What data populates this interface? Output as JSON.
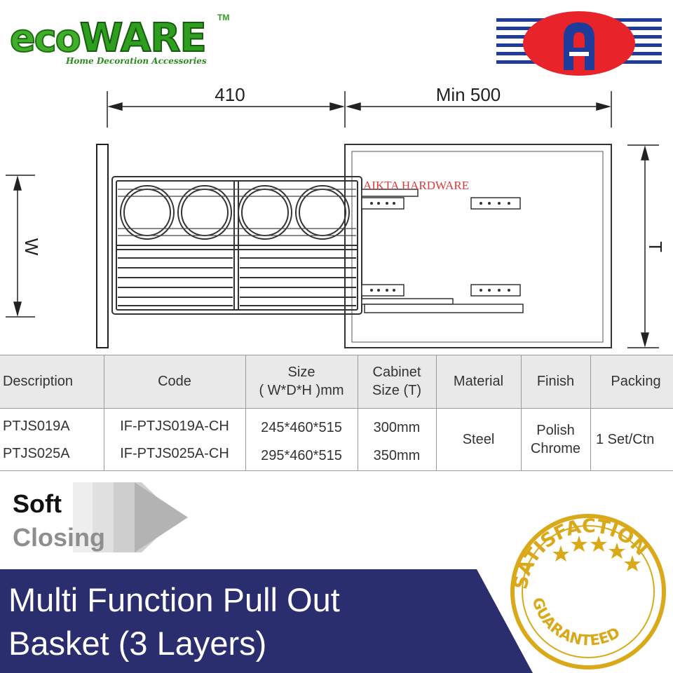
{
  "brand": {
    "name_eco": "eco",
    "name_ware": "WARE",
    "trademark": "TM",
    "tagline": "Home Decoration Accessories"
  },
  "partner_logo": {
    "icon": "aikta-a-logo-icon",
    "color_red": "#e8232a",
    "color_blue": "#1f3c9a"
  },
  "drawing": {
    "width_dim": "410",
    "depth_dim": "Min 500",
    "side_label_w": "W",
    "side_label_t": "T",
    "watermark": "AIKTA HARDWARE"
  },
  "table": {
    "headers": {
      "description": "Description",
      "code": "Code",
      "size_line1": "Size",
      "size_line2": "( W*D*H )mm",
      "cabinet_line1": "Cabinet",
      "cabinet_line2": "Size (T)",
      "material": "Material",
      "finish": "Finish",
      "packing": "Packing"
    },
    "rows": [
      {
        "description": "PTJS019A",
        "code": "IF-PTJS019A-CH",
        "size": "245*460*515",
        "cabinet": "300mm"
      },
      {
        "description": "PTJS025A",
        "code": "IF-PTJS025A-CH",
        "size": "295*460*515",
        "cabinet": "350mm"
      }
    ],
    "shared": {
      "material": "Steel",
      "finish_line1": "Polish",
      "finish_line2": "Chrome",
      "packing": "1 Set/Ctn"
    }
  },
  "feature": {
    "line1": "Soft",
    "line2": "Closing"
  },
  "banner": {
    "line1": "Multi Function Pull Out",
    "line2": "Basket (3 Layers)",
    "color": "#2a2d6e"
  },
  "seal": {
    "top_text": "SATISFACTION",
    "bottom_text": "GUARANTEED",
    "color": "#d9a91a"
  }
}
